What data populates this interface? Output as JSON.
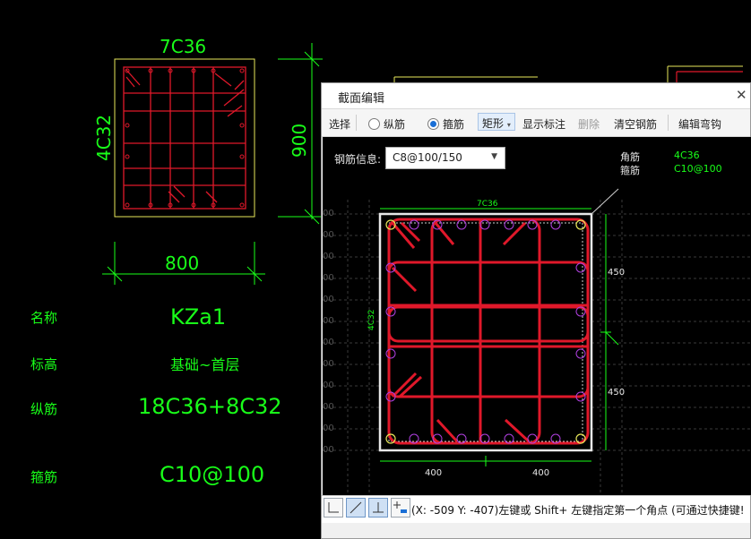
{
  "cad": {
    "top_rebar": "7C36",
    "side_rebar": "4C32",
    "height_dim": "900",
    "width_dim": "800",
    "props": [
      {
        "label": "名称",
        "value": "KZa1"
      },
      {
        "label": "标高",
        "value": "基础~首层"
      },
      {
        "label": "纵筋",
        "value": "18C36+8C32"
      },
      {
        "label": "箍筋",
        "value": "C10@100"
      }
    ]
  },
  "dialog": {
    "title": "截面编辑",
    "close_icon": "close-icon",
    "toolbar": {
      "select": "选择",
      "longitudinal": "纵筋",
      "stirrup": "箍筋",
      "shape": "矩形",
      "show_labels": "显示标注",
      "delete": "删除",
      "clear": "清空钢筋",
      "edit_hooks": "编辑弯钩"
    },
    "steel_info_label": "钢筋信息:",
    "steel_info_value": "C8@100/150",
    "corner_label": "角筋",
    "corner_value": "4C36",
    "stirrup_label": "箍筋",
    "stirrup_value": "C10@100",
    "section": {
      "top": "7C36",
      "left": "4C32",
      "right_upper": "450",
      "right_lower": "450",
      "bottom_left": "400",
      "bottom_right": "400"
    },
    "grid_label": "00",
    "status": "(X: -509 Y: -407)左键或 Shift+ 左键指定第一个角点 (可通过快捷键!"
  },
  "colors": {
    "cad_green": "#19ff19",
    "rebar_red": "#e0182a",
    "section_border": "#e8e8e8",
    "accent_blue": "#1a6fd6"
  }
}
